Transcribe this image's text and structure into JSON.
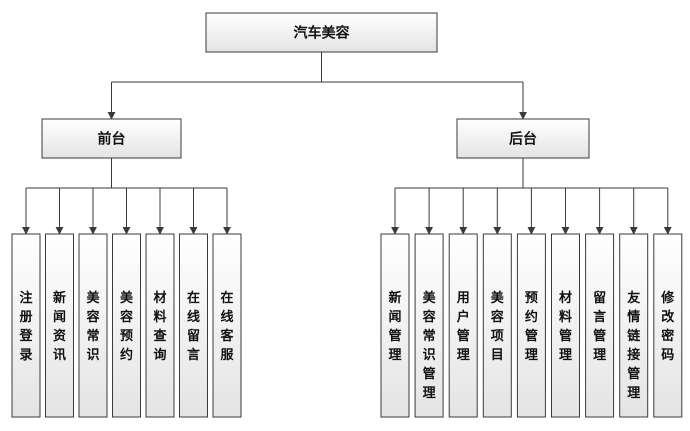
{
  "colors": {
    "box_top": "#ffffff",
    "box_bottom": "#e4e4e4",
    "stroke": "#3a3a3a",
    "text": "#111111"
  },
  "root": {
    "label": "汽车美容"
  },
  "branches": [
    {
      "id": "frontend",
      "label": "前台",
      "children": [
        "注册登录",
        "新闻资讯",
        "美容常识",
        "美容预约",
        "材料查询",
        "在线留言",
        "在线客服"
      ]
    },
    {
      "id": "backend",
      "label": "后台",
      "children": [
        "新闻管理",
        "美容常识管理",
        "用户管理",
        "美容项目",
        "预约管理",
        "材料管理",
        "留言管理",
        "友情链接管理",
        "修改密码"
      ]
    }
  ]
}
